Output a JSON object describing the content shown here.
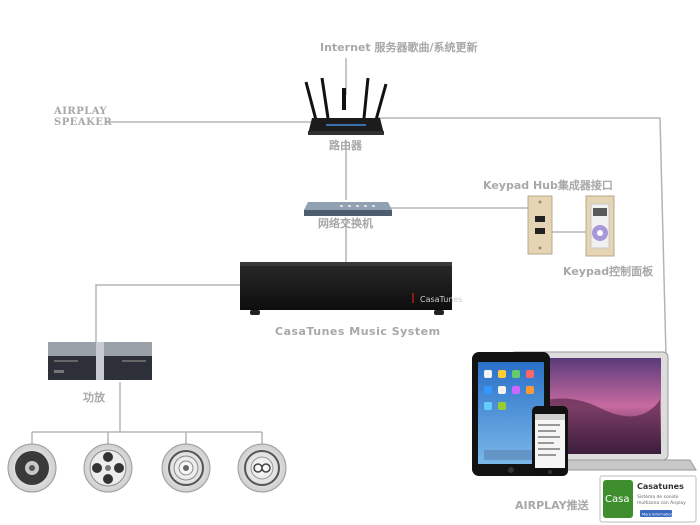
{
  "labels": {
    "internet": "Internet 服务器歌曲/系统更新",
    "airplay_speaker_line1": "AIRPLAY",
    "airplay_speaker_line2": "SPEAKER",
    "router": "路由器",
    "switch": "网络交换机",
    "keypad_hub": "Keypad Hub集成器接口",
    "keypad_panel": "Keypad控制面板",
    "music_system": "CasaTunes Music System",
    "amplifier": "功放",
    "airplay_push": "AIRPLAY推送"
  },
  "devices": {
    "music_system_brand": "CasaTunes",
    "app_tile_brand": "Casa",
    "app_title": "Casatunes",
    "app_subtitle_line1": "Sistema de sonido",
    "app_subtitle_line2": "multizona con Airplay",
    "app_button": "More information"
  },
  "colors": {
    "line": "#b5b5b5",
    "label": "#a8a8a8",
    "device_dark": "#1b1b1b",
    "app_green": "#3e8e2e"
  }
}
